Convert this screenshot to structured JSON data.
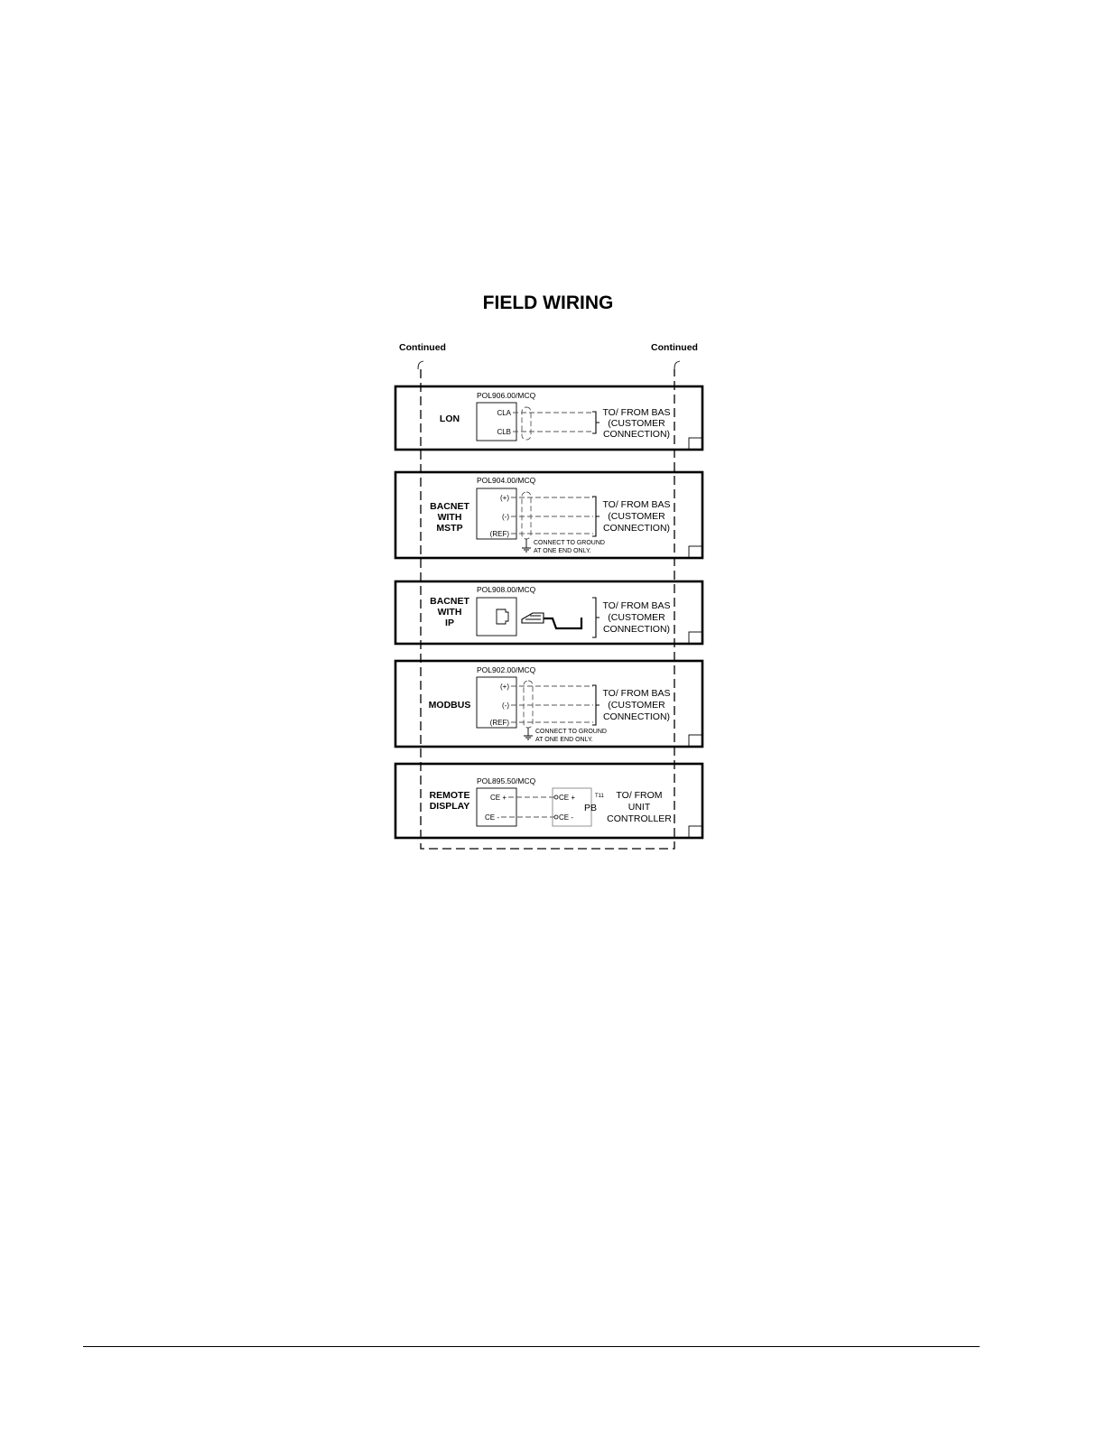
{
  "title": "FIELD WIRING",
  "continued_left": "Continued",
  "continued_right": "Continued",
  "panels": [
    {
      "id": "lon",
      "label_lines": [
        "LON"
      ],
      "model": "POL906.00/MCQ",
      "terminals": [
        "CLA",
        "CLB"
      ],
      "bas_lines": [
        "TO/ FROM BAS",
        "(CUSTOMER",
        "CONNECTION)"
      ]
    },
    {
      "id": "bacnet-mstp",
      "label_lines": [
        "BACNET",
        "WITH",
        "MSTP"
      ],
      "model": "POL904.00/MCQ",
      "terminals": [
        "(+)",
        "(-)",
        "(REF)"
      ],
      "bas_lines": [
        "TO/ FROM BAS",
        "(CUSTOMER",
        "CONNECTION)"
      ],
      "ground_note": [
        "CONNECT TO GROUND",
        "AT ONE END ONLY."
      ]
    },
    {
      "id": "bacnet-ip",
      "label_lines": [
        "BACNET",
        "WITH",
        "IP"
      ],
      "model": "POL908.00/MCQ",
      "bas_lines": [
        "TO/ FROM BAS",
        "(CUSTOMER",
        "CONNECTION)"
      ]
    },
    {
      "id": "modbus",
      "label_lines": [
        "MODBUS"
      ],
      "model": "POL902.00/MCQ",
      "terminals": [
        "(+)",
        "(-)",
        "(REF)"
      ],
      "bas_lines": [
        "TO/ FROM BAS",
        "(CUSTOMER",
        "CONNECTION)"
      ],
      "ground_note": [
        "CONNECT TO GROUND",
        "AT ONE END ONLY."
      ]
    },
    {
      "id": "remote-display",
      "label_lines": [
        "REMOTE",
        "DISPLAY"
      ],
      "model": "POL895.50/MCQ",
      "terminals": [
        "CE +",
        "CE -"
      ],
      "remote_terminals": [
        "CE +",
        "CE -"
      ],
      "remote_tag": "T11",
      "remote_block": "PB",
      "unit_lines": [
        "TO/ FROM",
        "UNIT",
        "CONTROLLER"
      ]
    }
  ]
}
